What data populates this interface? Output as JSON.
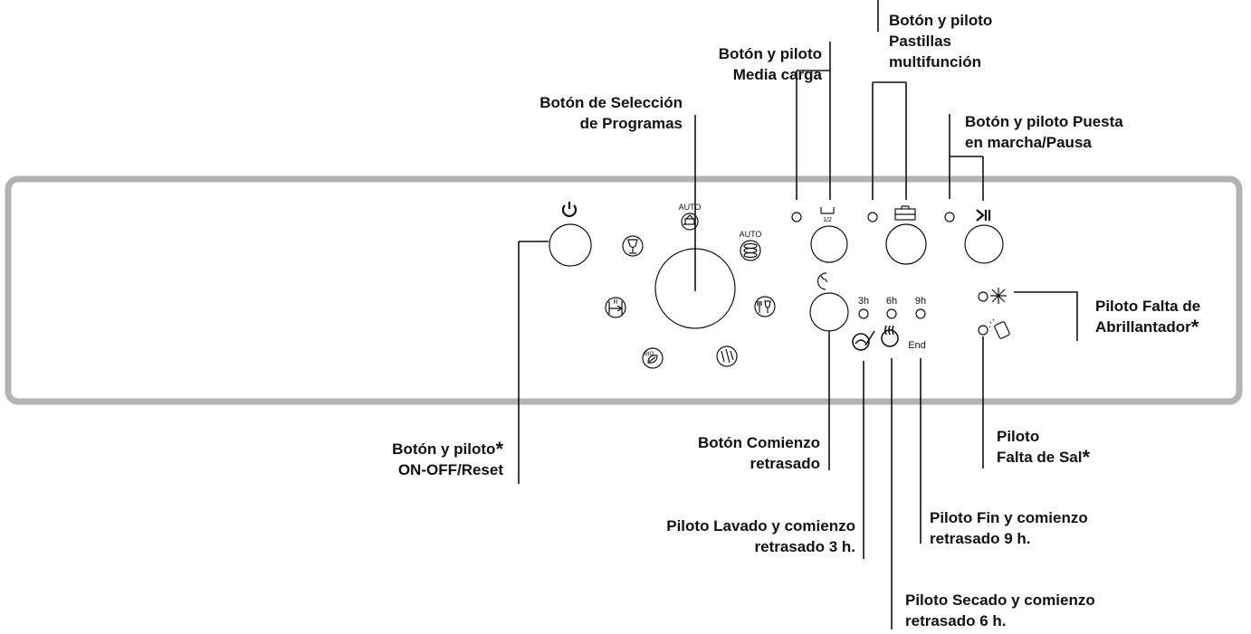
{
  "panel": {
    "icons": {
      "power": "power-icon",
      "half_load": "half-load-icon",
      "tablets": "tablet-icon",
      "start_pause": "play-pause-icon",
      "delay": "clock-icon",
      "rinse_aid_warning": "sparkle-icon",
      "salt_warning": "salt-icon"
    },
    "program_icons": [
      "auto-intensive-icon",
      "auto-normal-icon",
      "glass-icon",
      "mixed-icon",
      "rinse-icon",
      "bio-eco-icon",
      "quick-wash-icon",
      "intensive-icon"
    ],
    "printed": {
      "auto_left": "AUTO",
      "auto_right": "AUTO",
      "half": "1/2",
      "h3": "3h",
      "h6": "6h",
      "h9": "9h",
      "end": "End",
      "bio": "BIO",
      "rinse_r": "R"
    }
  },
  "labels": {
    "program_select": {
      "line1": "Botón de Selección",
      "line2": "de Programas"
    },
    "half_load": {
      "line1": "Botón y piloto",
      "line2": "Media carga"
    },
    "tablets": {
      "line1": "Botón y piloto",
      "line2": "Pastillas",
      "line3": "multifunción"
    },
    "start_pause": {
      "line1": "Botón y piloto Puesta",
      "line2": "en marcha/Pausa"
    },
    "rinse_aid": {
      "line1": "Piloto Falta de",
      "line2": "Abrillantador",
      "asterisk": "*"
    },
    "on_off": {
      "line1": "Botón y piloto",
      "line2": "ON-OFF/Reset",
      "asterisk": "*"
    },
    "delay_start": {
      "line1": "Botón Comienzo",
      "line2": "retrasado"
    },
    "salt": {
      "line1": "Piloto",
      "line2": "Falta de Sal",
      "asterisk": "*"
    },
    "wash_3h": {
      "line1": "Piloto Lavado y comienzo",
      "line2": "retrasado 3 h."
    },
    "end_9h": {
      "line1": "Piloto Fin y comienzo",
      "line2": "retrasado 9 h."
    },
    "dry_6h": {
      "line1": "Piloto Secado y comienzo",
      "line2": "retrasado 6 h."
    }
  }
}
